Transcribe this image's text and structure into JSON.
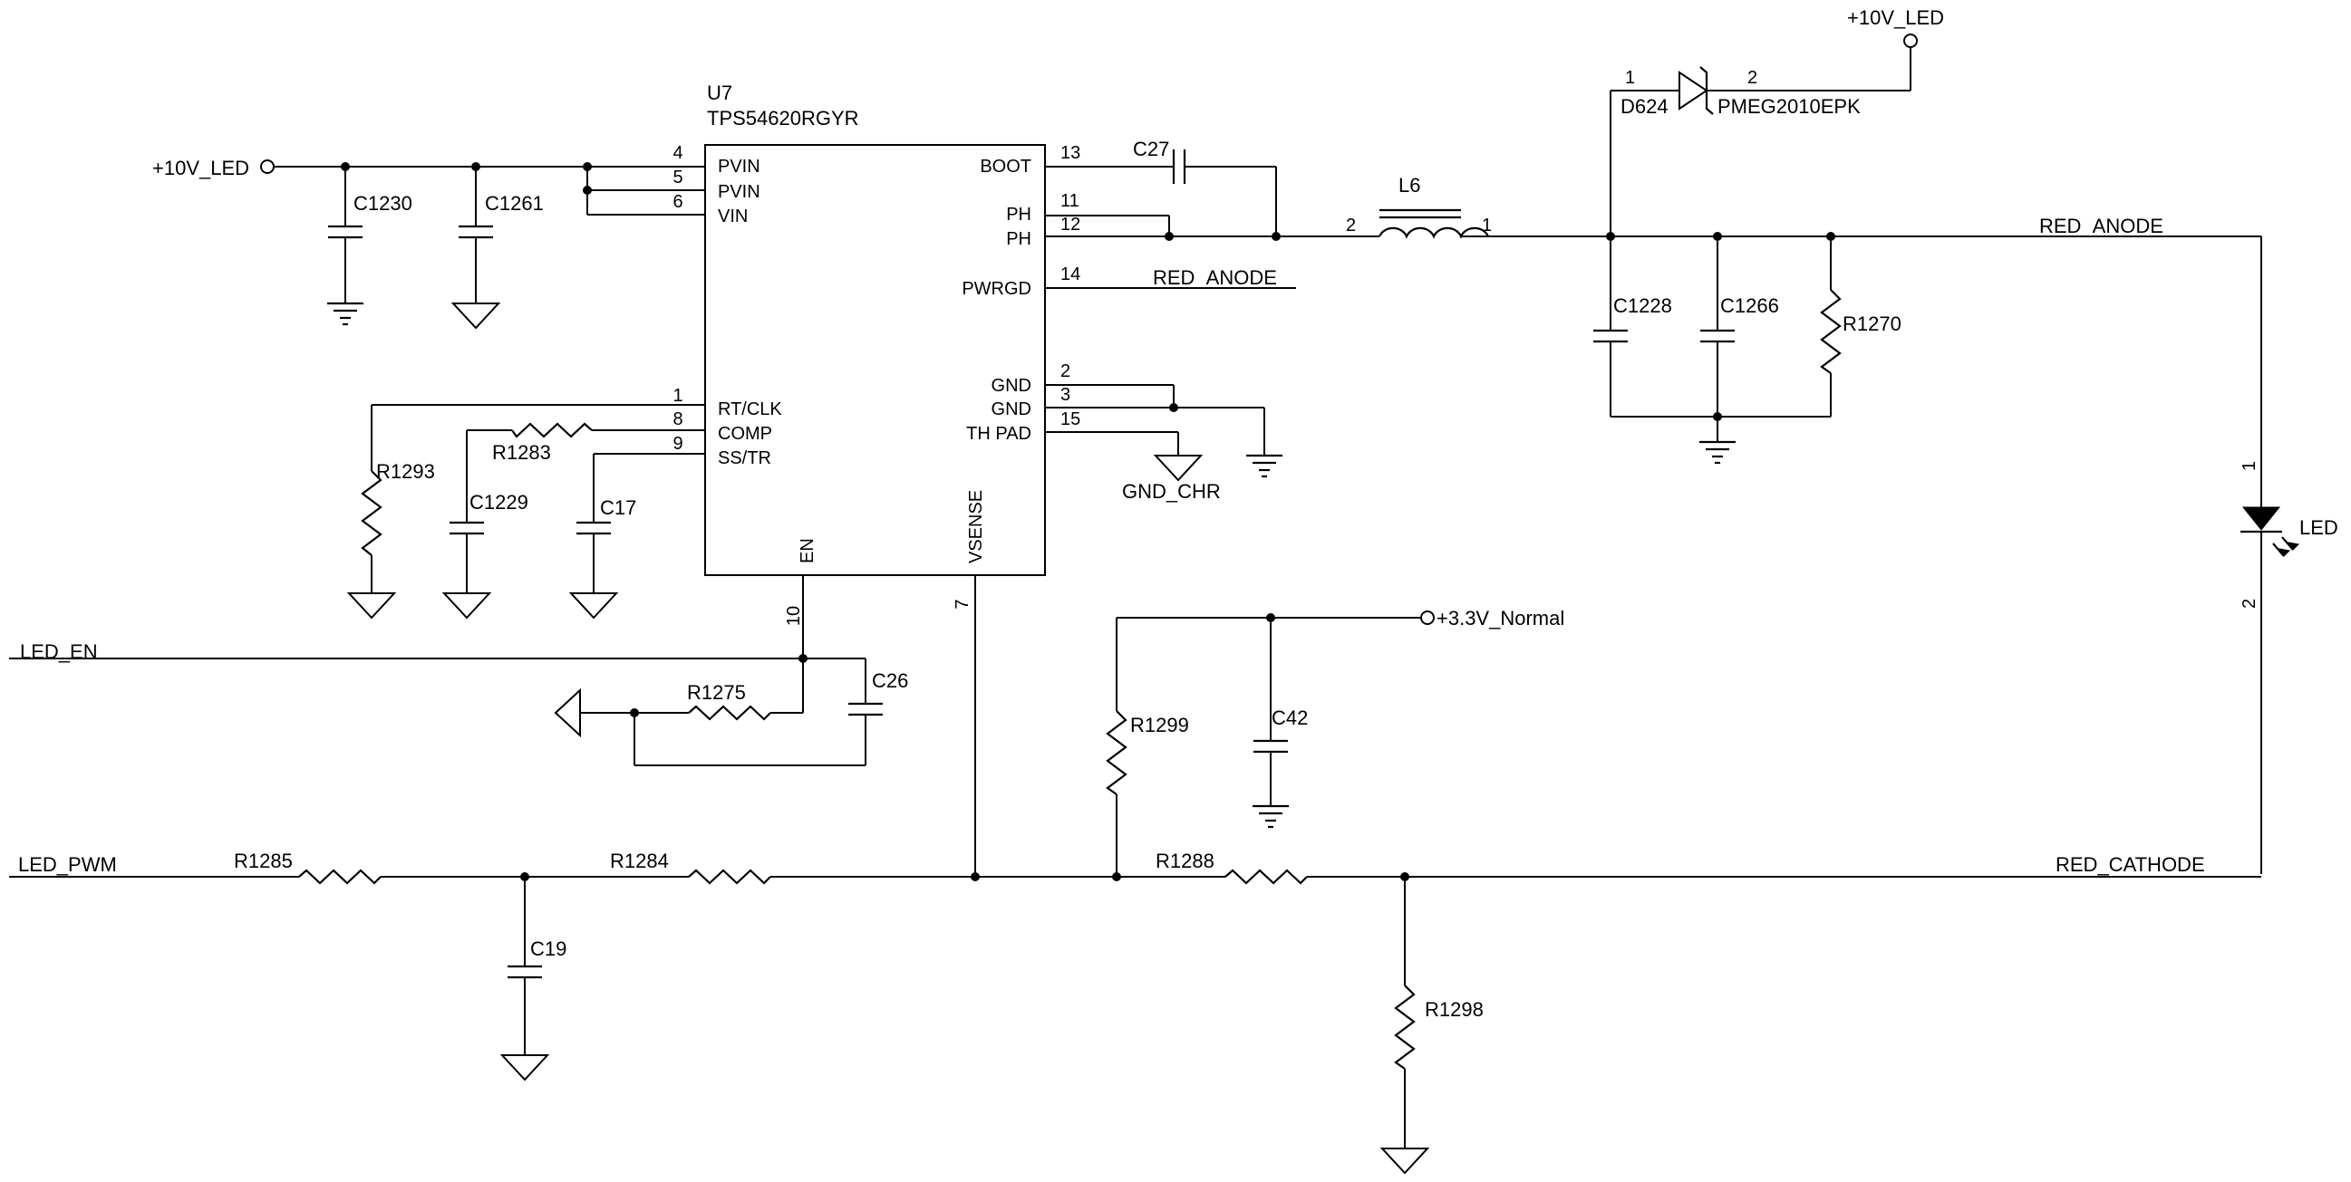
{
  "chip": {
    "designator": "U7",
    "part": "TPS54620RGYR",
    "pins": [
      {
        "num": "4",
        "name": "PVIN"
      },
      {
        "num": "5",
        "name": "PVIN"
      },
      {
        "num": "6",
        "name": "VIN"
      },
      {
        "num": "1",
        "name": "RT/CLK"
      },
      {
        "num": "8",
        "name": "COMP"
      },
      {
        "num": "9",
        "name": "SS/TR"
      },
      {
        "num": "13",
        "name": "BOOT"
      },
      {
        "num": "11",
        "name": "PH"
      },
      {
        "num": "12",
        "name": "PH"
      },
      {
        "num": "14",
        "name": "PWRGD"
      },
      {
        "num": "2",
        "name": "GND"
      },
      {
        "num": "3",
        "name": "GND"
      },
      {
        "num": "15",
        "name": "TH PAD"
      },
      {
        "num": "10",
        "name": "EN"
      },
      {
        "num": "7",
        "name": "VSENSE"
      }
    ]
  },
  "nets": {
    "v10_led": "+10V_LED",
    "v33_normal": "+3.3V_Normal",
    "red_anode": "RED_ANODE",
    "red_cathode": "RED_CATHODE",
    "led_en": "LED_EN",
    "led_pwm": "LED_PWM",
    "gnd_chr": "GND_CHR"
  },
  "components": {
    "c1230": "C1230",
    "c1261": "C1261",
    "c27": "C27",
    "l6": "L6",
    "d624": "D624",
    "d624_part": "PMEG2010EPK",
    "c1228": "C1228",
    "c1266": "C1266",
    "r1270": "R1270",
    "r1293": "R1293",
    "r1283": "R1283",
    "c1229": "C1229",
    "c17": "C17",
    "r1275": "R1275",
    "c26": "C26",
    "r1299": "R1299",
    "c42": "C42",
    "r1285": "R1285",
    "r1284": "R1284",
    "r1288": "R1288",
    "c19": "C19",
    "r1298": "R1298",
    "led": "LED"
  },
  "pin_numbers": {
    "l6_left": "2",
    "l6_right": "1",
    "d624_left": "1",
    "d624_right": "2",
    "led_top": "1",
    "led_bottom": "2"
  }
}
